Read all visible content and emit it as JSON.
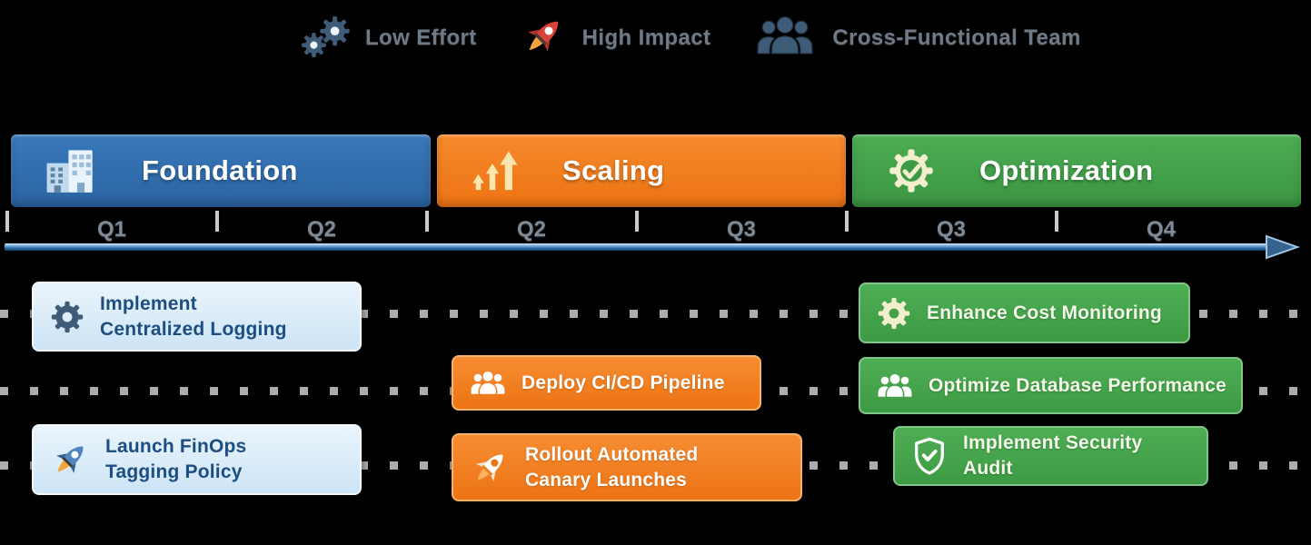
{
  "legend": {
    "items": [
      {
        "icon": "gears-icon",
        "label": "Low Effort"
      },
      {
        "icon": "rocket-icon",
        "label": "High Impact"
      },
      {
        "icon": "people-icon",
        "label": "Cross-Functional Team"
      }
    ]
  },
  "phases": [
    {
      "name": "Foundation",
      "icon": "building-icon",
      "color": "#2E6FAD"
    },
    {
      "name": "Scaling",
      "icon": "growth-arrows-icon",
      "color": "#F07E1F"
    },
    {
      "name": "Optimization",
      "icon": "gear-check-icon",
      "color": "#43A047"
    }
  ],
  "timeline": {
    "quarters": [
      "Q1",
      "Q2",
      "Q2",
      "Q3",
      "Q3",
      "Q4"
    ]
  },
  "cards": [
    {
      "phase": "Foundation",
      "icon": "gear-icon",
      "title": "Implement\nCentralized Logging"
    },
    {
      "phase": "Foundation",
      "icon": "rocket-icon",
      "title": "Launch FinOps\nTagging Policy"
    },
    {
      "phase": "Scaling",
      "icon": "people-icon",
      "title": "Deploy CI/CD Pipeline"
    },
    {
      "phase": "Scaling",
      "icon": "rocket-icon",
      "title": "Rollout Automated\nCanary Launches"
    },
    {
      "phase": "Optimization",
      "icon": "gear-icon",
      "title": "Enhance Cost Monitoring"
    },
    {
      "phase": "Optimization",
      "icon": "people-icon",
      "title": "Optimize Database Performance"
    },
    {
      "phase": "Optimization",
      "icon": "shield-check-icon",
      "title": "Implement Security Audit"
    }
  ],
  "colors": {
    "background": "#000000",
    "foundation_blue": "#2E6FAD",
    "scaling_orange": "#F07E1F",
    "optimization_green": "#43A047",
    "card_blue_bg": "#D9EAF8",
    "card_blue_text": "#1C4E80",
    "timeline_blue": "#2E6FA9",
    "label_gray": "#7E8A95"
  }
}
